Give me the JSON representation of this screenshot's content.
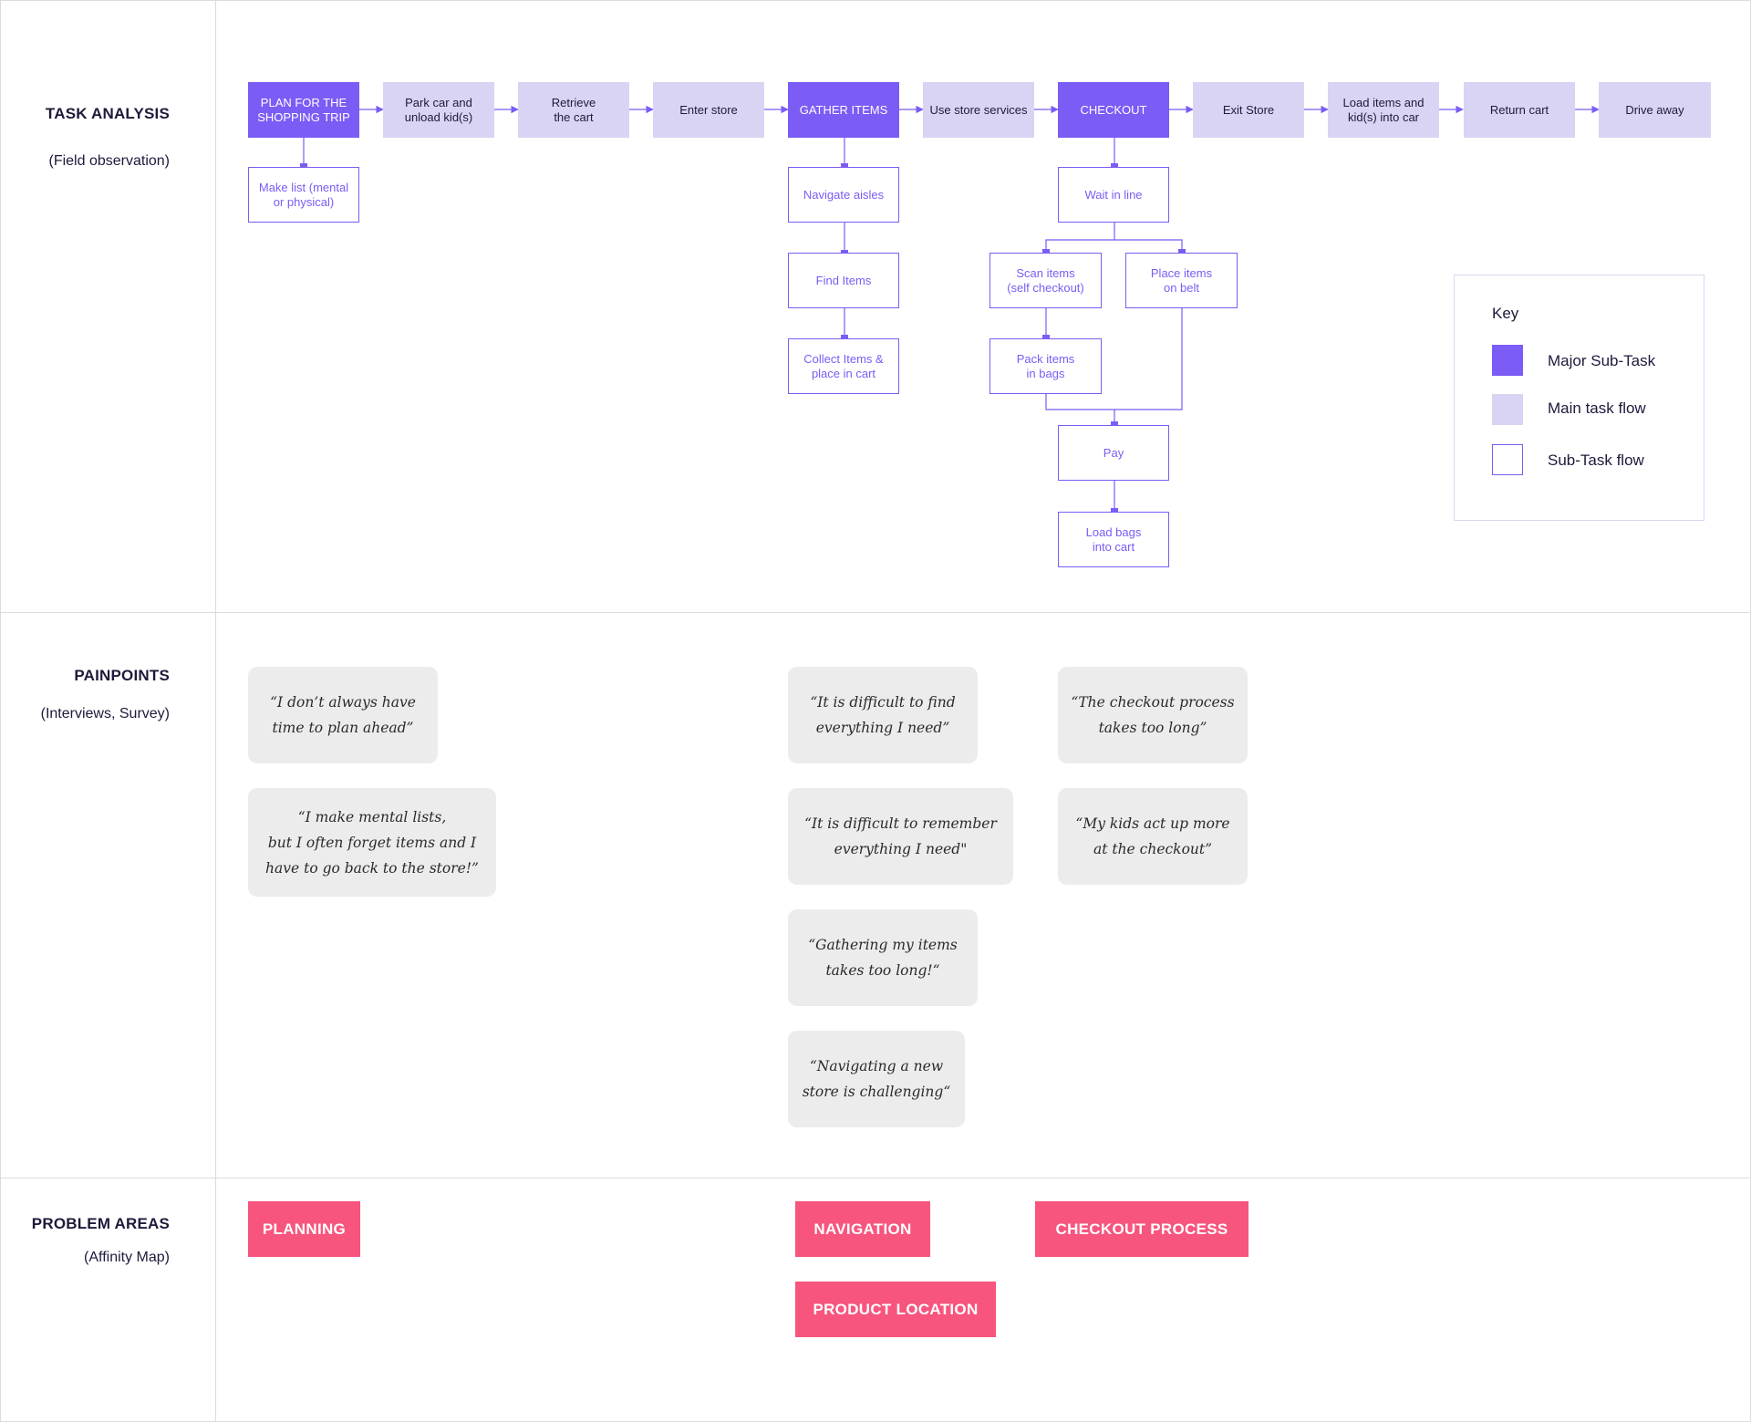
{
  "sections": {
    "task_analysis": {
      "title": "TASK ANALYSIS",
      "subtitle": "(Field observation)"
    },
    "painpoints": {
      "title": "PAINPOINTS",
      "subtitle": "(Interviews, Survey)"
    },
    "problem_areas": {
      "title": "PROBLEM AREAS",
      "subtitle": "(Affinity Map)"
    }
  },
  "task_flow": {
    "main_steps": [
      {
        "label": "PLAN FOR THE\nSHOPPING TRIP",
        "kind": "major"
      },
      {
        "label": "Park car and\nunload kid(s)",
        "kind": "main"
      },
      {
        "label": "Retrieve\nthe cart",
        "kind": "main"
      },
      {
        "label": "Enter store",
        "kind": "main"
      },
      {
        "label": "GATHER ITEMS",
        "kind": "major"
      },
      {
        "label": "Use store services",
        "kind": "main"
      },
      {
        "label": "CHECKOUT",
        "kind": "major"
      },
      {
        "label": "Exit Store",
        "kind": "main"
      },
      {
        "label": "Load items and\nkid(s) into car",
        "kind": "main"
      },
      {
        "label": "Return cart",
        "kind": "main"
      },
      {
        "label": "Drive away",
        "kind": "main"
      }
    ],
    "subtasks": {
      "plan": [
        "Make list (mental\nor physical)"
      ],
      "gather": [
        "Navigate aisles",
        "Find Items",
        "Collect Items &\nplace in cart"
      ],
      "checkout": {
        "wait": "Wait in line",
        "scan": "Scan items\n(self checkout)",
        "belt": "Place items\non belt",
        "pack": "Pack items\nin bags",
        "pay": "Pay",
        "load": "Load bags\ninto cart"
      }
    }
  },
  "key": {
    "title": "Key",
    "items": [
      {
        "label": "Major Sub-Task",
        "color": "#7b5cf5"
      },
      {
        "label": "Main task flow",
        "color": "#d9d4f3"
      },
      {
        "label": "Sub-Task flow",
        "color": "#ffffff"
      }
    ]
  },
  "painpoints": {
    "planning": [
      "“I don’t always have\ntime to plan ahead”",
      "“I make mental lists,\nbut I often forget  items and I\nhave to go back to the store!”"
    ],
    "navigation": [
      "“It is difficult to find\neverything I need”",
      "“It is difficult to remember\neverything I need\"",
      "“Gathering my items\ntakes too long!“",
      "“Navigating a new\nstore is challenging“"
    ],
    "checkout": [
      "“The checkout process\ntakes too long”",
      "“My kids act up more\nat the checkout”"
    ]
  },
  "problem_areas": {
    "planning": "PLANNING",
    "navigation": "NAVIGATION",
    "checkout": "CHECKOUT PROCESS",
    "product_location": "PRODUCT LOCATION"
  },
  "colors": {
    "major": "#7b5cf5",
    "main": "#d9d4f3",
    "sub_border": "#7b5cf5",
    "quote_bg": "#ececec",
    "tag": "#f7557d",
    "text_dark": "#1e1a3a"
  }
}
